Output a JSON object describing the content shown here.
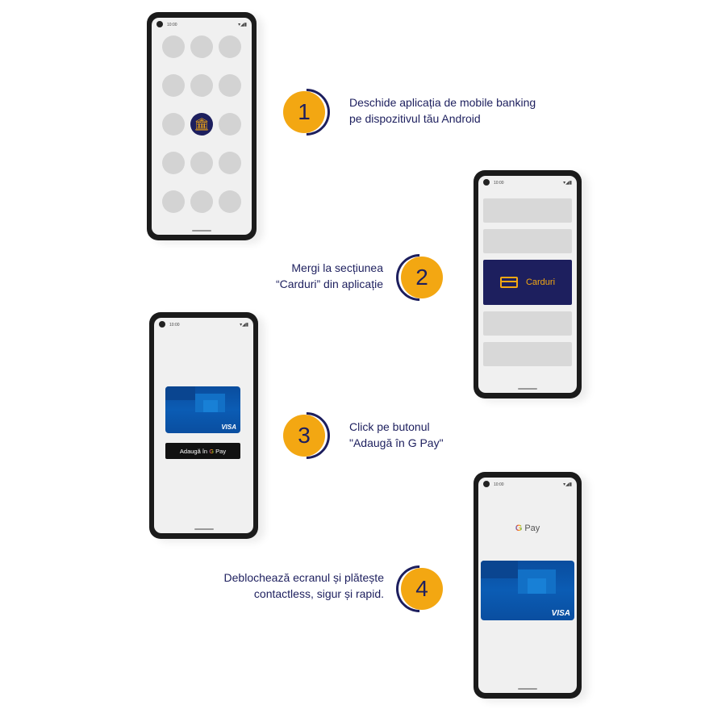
{
  "status_time": "10:00",
  "steps": [
    {
      "number": "1",
      "lines": [
        "Deschide aplicația de mobile banking",
        "pe dispozitivul tău Android"
      ]
    },
    {
      "number": "2",
      "lines": [
        "Mergi la secțiunea",
        "“Carduri” din aplicație"
      ]
    },
    {
      "number": "3",
      "lines": [
        "Click pe butonul",
        "\"Adaugă în G Pay\""
      ]
    },
    {
      "number": "4",
      "lines": [
        "Deblochează ecranul și plătește",
        "contactless, sigur și rapid."
      ]
    }
  ],
  "phone2": {
    "cards_label": "Carduri"
  },
  "phone3": {
    "card_brand": "VISA",
    "add_button": {
      "prefix": "Adaugă în",
      "g": "G",
      "pay": "Pay"
    }
  },
  "phone4": {
    "header_g": "G",
    "header_pay": "Pay",
    "card_brand": "VISA"
  },
  "colors": {
    "accent": "#f3a712",
    "navy": "#1d1f5e"
  }
}
